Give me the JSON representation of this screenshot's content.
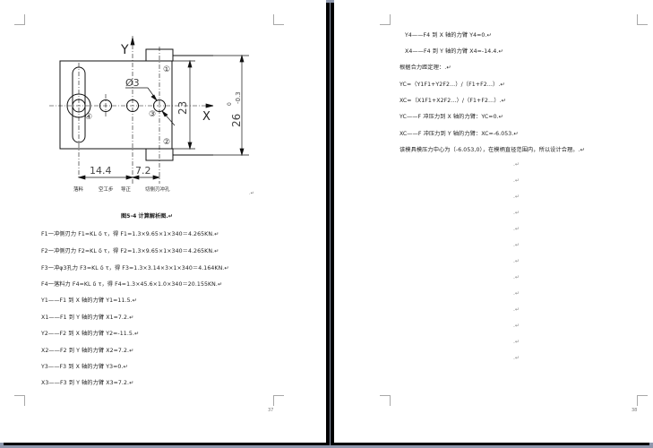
{
  "left_page": {
    "page_number": "37",
    "figure": {
      "axis_y": "Y",
      "axis_x": "X",
      "dim_diameter": "Ø3",
      "dim_23": "23",
      "dim_26": "26",
      "dim_26_tol_upper": "0",
      "dim_26_tol_lower": "-0.3",
      "dim_14_4": "14.4",
      "dim_7_2": "7.2",
      "circle_labels": [
        "①",
        "②",
        "③",
        "④"
      ],
      "station_labels": [
        "落料",
        "空工步",
        "导正",
        "切侧刃冲孔"
      ],
      "end_mark": ".↵"
    },
    "caption": "图5-4    计算解析图.↵",
    "lines": [
      "F1一冲侧刃力 F1=KL δ τ，得 F1=1.3×9.65×1×340＝4.265KN.↵",
      "F2一冲侧刃力 F2=KL δ τ，得 F2=1.3×9.65×1×340＝4.265KN.↵",
      "F3一冲φ3孔力 F3=KL δ τ，得 F3=1.3×3.14×3×1×340＝4.164KN.↵",
      "F4一落料力 F4=KL δ τ，得 F4=1.3×45.6×1.0×340＝20.155KN.↵",
      "Y1——F1 到 X 轴的力臂      Y1=11.5.↵",
      "X1——F1 到 Y 轴的力臂      X1=7.2.↵",
      "Y2——F2 到 X 轴的力臂      Y2=-11.5.↵",
      "X2——F2 到 Y 轴的力臂      X2=7.2.↵",
      "Y3——F3 到 X 轴的力臂      Y3=0.↵",
      "X3——F3 到 Y 轴的力臂      X3=7.2.↵"
    ]
  },
  "right_page": {
    "page_number": "38",
    "lines": [
      "Y4——F4 到 X 轴的力臂      Y4=0.↵",
      "X4——F4 到 Y 轴的力臂      X4=-14.4.↵",
      "根据合力距定理：.↵",
      "YC=（Y1F1+Y2F2…）/（F1+F2…）.↵",
      "XC=（X1F1+X2F2…）/（F1+F2…）.↵",
      "YC——F 冲压力到 X 轴的力臂：YC=0.↵",
      "XC——F 冲压力到 Y 轴的力臂：XC=-6.053.↵",
      "该模具模压力中心为（-6.053,0），在模柄直径范围内，所以设计合理。.↵"
    ],
    "empty_marks": [
      ".↵",
      ".↵",
      ".↵",
      ".↵",
      ".↵",
      ".↵",
      ".↵",
      ".↵",
      ".↵",
      ".↵",
      ".↵",
      ".↵",
      ".↵"
    ]
  }
}
